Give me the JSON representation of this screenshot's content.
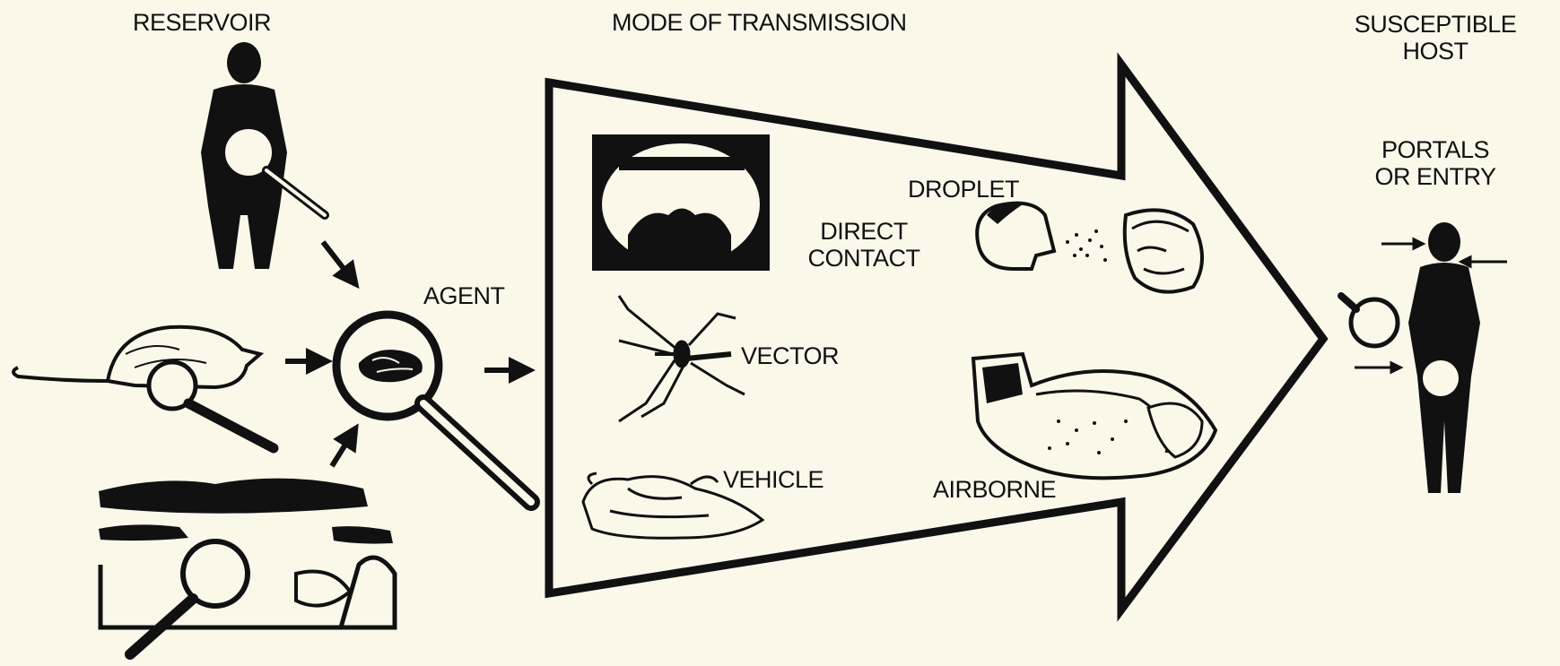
{
  "labels": {
    "reservoir": "RESERVOIR",
    "mode_of_transmission": "MODE OF TRANSMISSION",
    "susceptible_host_line1": "SUSCEPTIBLE",
    "susceptible_host_line2": "HOST",
    "portals_line1": "PORTALS",
    "portals_line2": "OR ENTRY",
    "agent": "AGENT",
    "direct_contact_line1": "DIRECT",
    "direct_contact_line2": "CONTACT",
    "droplet": "DROPLET",
    "vector": "VECTOR",
    "vehicle": "VEHICLE",
    "airborne": "AIRBORNE"
  },
  "icons": [
    "human-reservoir-icon",
    "rodent-reservoir-icon",
    "environment-reservoir-icon",
    "agent-magnifier-icon",
    "direct-contact-icon",
    "mosquito-vector-icon",
    "poultry-vehicle-icon",
    "droplet-spread-icon",
    "airborne-spread-icon",
    "susceptible-host-icon"
  ],
  "colors": {
    "ink": "#111111",
    "background": "#fbf8ea"
  }
}
